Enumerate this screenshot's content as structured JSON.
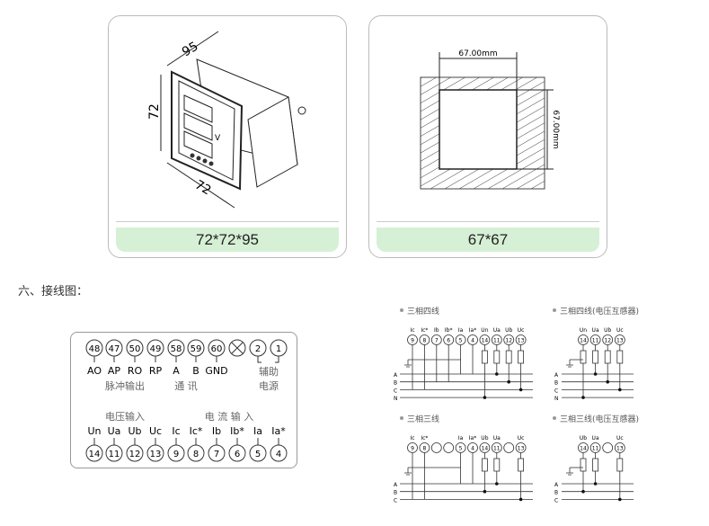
{
  "dimension_cards": [
    {
      "caption": "72*72*95",
      "dims": {
        "depth": "95",
        "height": "72",
        "width": "72"
      },
      "face_label": "V"
    },
    {
      "caption": "67*67",
      "dims": {
        "width": "67.00mm",
        "height": "67.00mm"
      }
    }
  ],
  "section_heading": "六、接线图：",
  "terminal_box": {
    "top_row": [
      {
        "num": "48",
        "label": "AO"
      },
      {
        "num": "47",
        "label": "AP"
      },
      {
        "num": "50",
        "label": "RO"
      },
      {
        "num": "49",
        "label": "RP"
      },
      {
        "num": "58",
        "label": "A"
      },
      {
        "num": "59",
        "label": "B"
      },
      {
        "num": "60",
        "label": "GND"
      },
      {
        "num": "",
        "label": ""
      },
      {
        "num": "2",
        "label": ""
      },
      {
        "num": "1",
        "label": ""
      }
    ],
    "top_groups": {
      "pulse": "脉冲输出",
      "comm": "通 讯",
      "aux1": "辅助",
      "aux2": "电源"
    },
    "bottom_groups": {
      "voltage": "电压输入",
      "current": "电  流  输  入"
    },
    "bottom_row": [
      {
        "num": "14",
        "label": "Un"
      },
      {
        "num": "11",
        "label": "Ua"
      },
      {
        "num": "12",
        "label": "Ub"
      },
      {
        "num": "13",
        "label": "Uc"
      },
      {
        "num": "9",
        "label": "Ic"
      },
      {
        "num": "8",
        "label": "Ic*"
      },
      {
        "num": "7",
        "label": "Ib"
      },
      {
        "num": "6",
        "label": "Ib*"
      },
      {
        "num": "5",
        "label": "Ia"
      },
      {
        "num": "4",
        "label": "Ia*"
      }
    ]
  },
  "wiring_diagrams": [
    {
      "title": "三相四线",
      "terminals": [
        [
          "Ic",
          "9"
        ],
        [
          "Ic*",
          "8"
        ],
        [
          "Ib",
          "7"
        ],
        [
          "Ib*",
          "6"
        ],
        [
          "Ia",
          "5"
        ],
        [
          "Ia*",
          "4"
        ],
        [
          "Un",
          "14"
        ],
        [
          "Ua",
          "11"
        ],
        [
          "Ub",
          "12"
        ],
        [
          "Uc",
          "13"
        ]
      ],
      "buses": [
        "A",
        "B",
        "C",
        "N"
      ]
    },
    {
      "title": "三相四线(电压互感器)",
      "terminals": [
        [
          "Un",
          "14"
        ],
        [
          "Ua",
          "11"
        ],
        [
          "Ub",
          "12"
        ],
        [
          "Uc",
          "13"
        ]
      ],
      "buses": [
        "A",
        "B",
        "C",
        "N"
      ]
    },
    {
      "title": "三相三线",
      "terminals": [
        [
          "Ic",
          "9"
        ],
        [
          "Ic*",
          "8"
        ],
        [
          "",
          ""
        ],
        [
          "",
          ""
        ],
        [
          "Ia",
          "5"
        ],
        [
          "Ia*",
          "4"
        ],
        [
          "Ub",
          "14"
        ],
        [
          "Ua",
          "11"
        ],
        [
          "",
          ""
        ],
        [
          "Uc",
          "13"
        ]
      ],
      "buses": [
        "A",
        "B",
        "C"
      ]
    },
    {
      "title": "三相三线(电压互感器)",
      "terminals": [
        [
          "Ub",
          "14"
        ],
        [
          "Ua",
          "11"
        ],
        [
          "",
          ""
        ],
        [
          "Uc",
          "13"
        ]
      ],
      "buses": [
        "A",
        "B",
        "C"
      ]
    }
  ],
  "colors": {
    "caption_bg": "#d6f0d5",
    "bullet": "#999999"
  }
}
